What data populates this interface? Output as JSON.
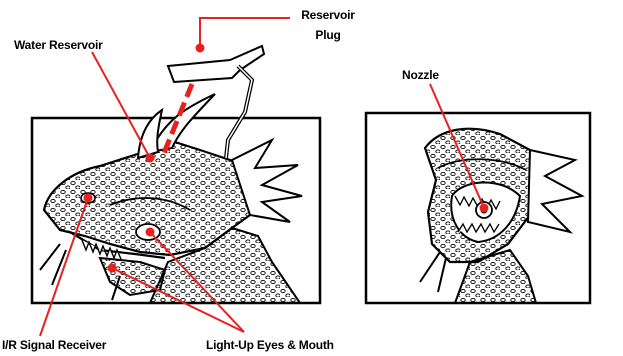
{
  "labels": {
    "reservoir_plug_line1": "Reservoir",
    "reservoir_plug_line2": "Plug",
    "water_reservoir": "Water Reservoir",
    "nozzle": "Nozzle",
    "ir_signal_receiver": "I/R Signal Receiver",
    "light_up_eyes_mouth": "Light-Up Eyes & Mouth"
  },
  "colors": {
    "callout": "#e8211e",
    "ink": "#000000",
    "background": "#ffffff"
  },
  "panels": [
    "left-side-view",
    "right-front-view"
  ]
}
